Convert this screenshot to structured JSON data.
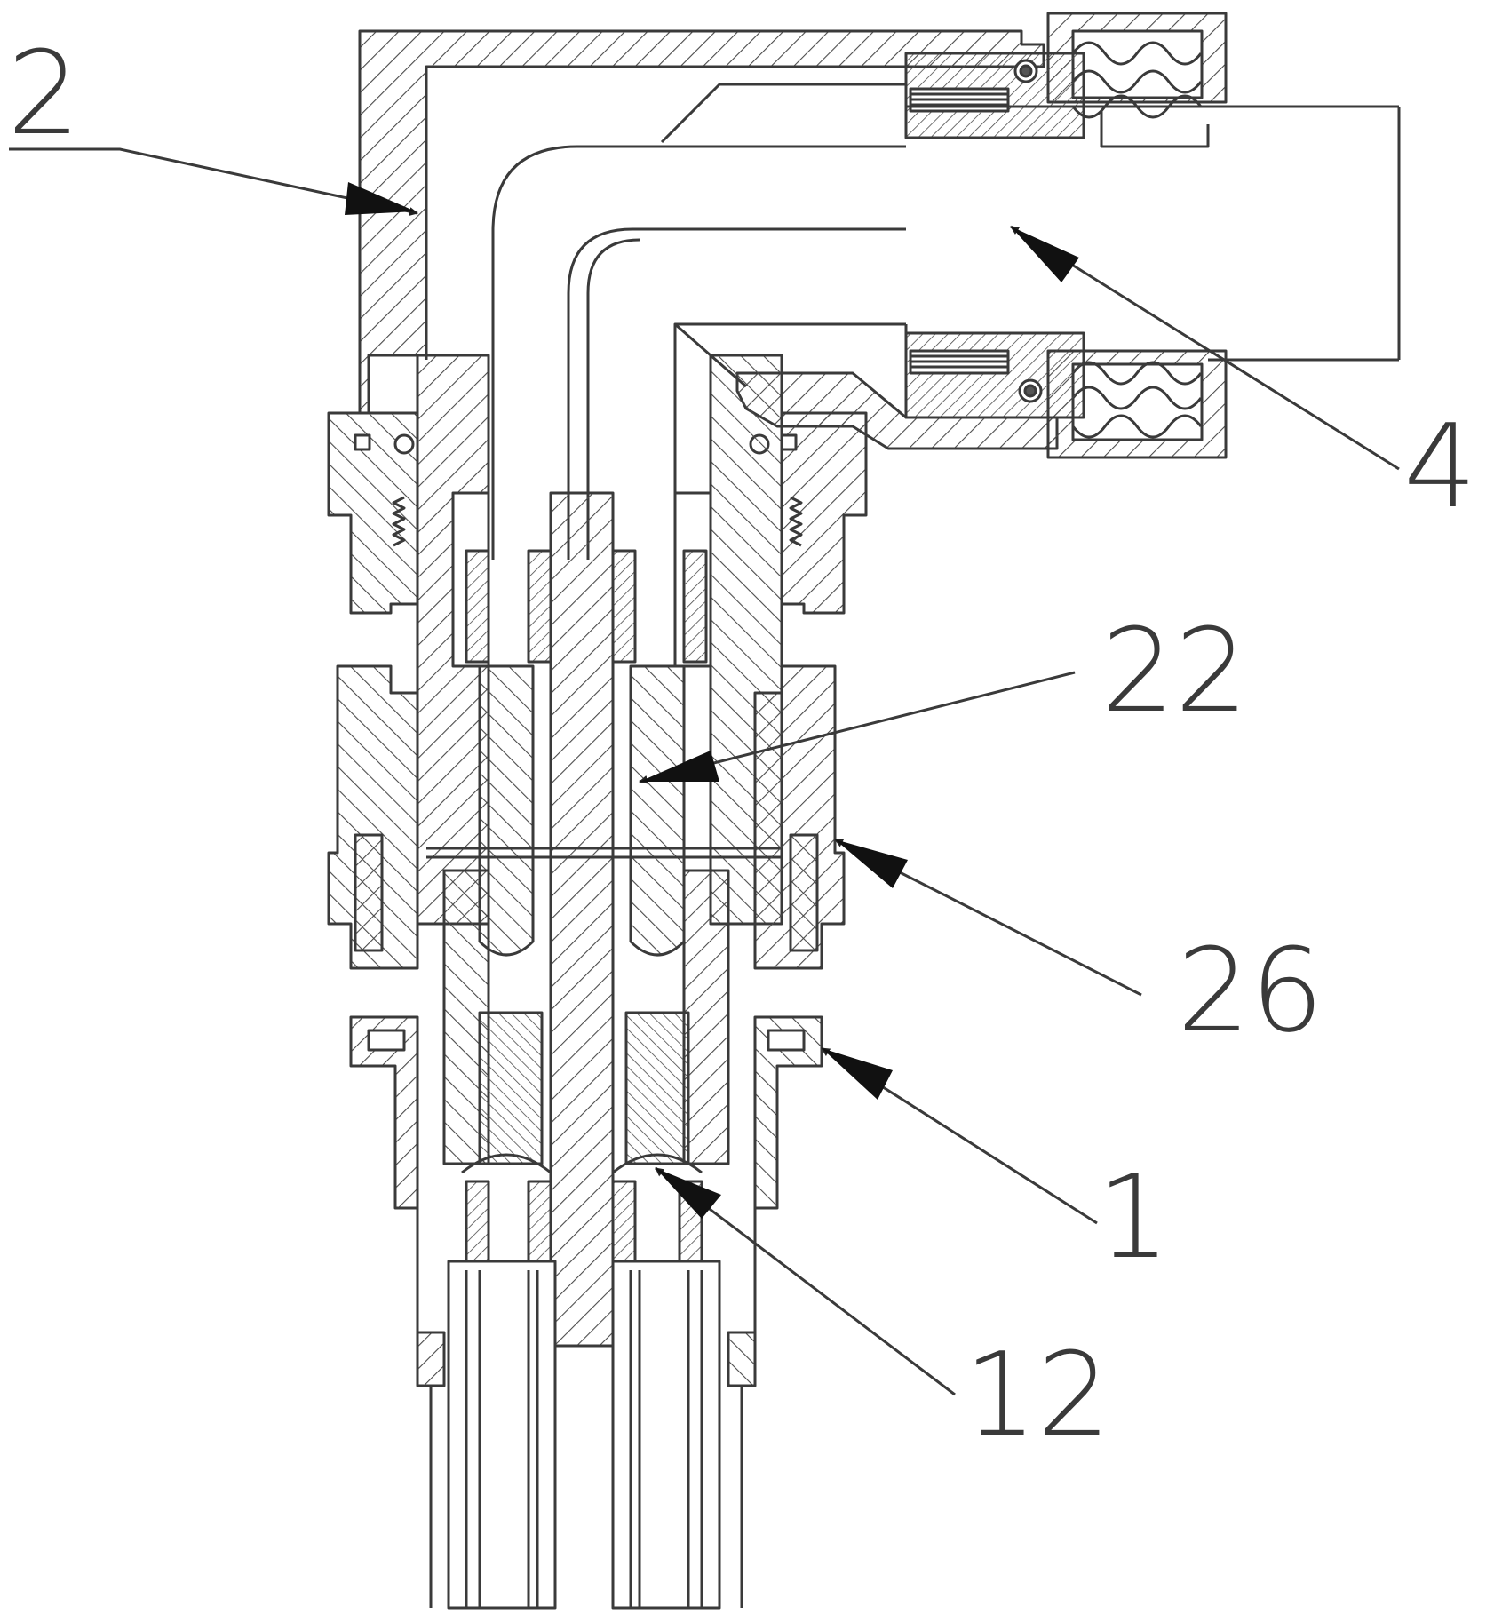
{
  "figure": {
    "callouts": [
      {
        "id": "callout-2",
        "text": "2"
      },
      {
        "id": "callout-4",
        "text": "4"
      },
      {
        "id": "callout-22",
        "text": "22"
      },
      {
        "id": "callout-26",
        "text": "26"
      },
      {
        "id": "callout-1",
        "text": "1"
      },
      {
        "id": "callout-12",
        "text": "12"
      }
    ],
    "colors": {
      "line": "#3a3a3a",
      "hatch": "#4a4a4a",
      "background": "#ffffff"
    }
  }
}
